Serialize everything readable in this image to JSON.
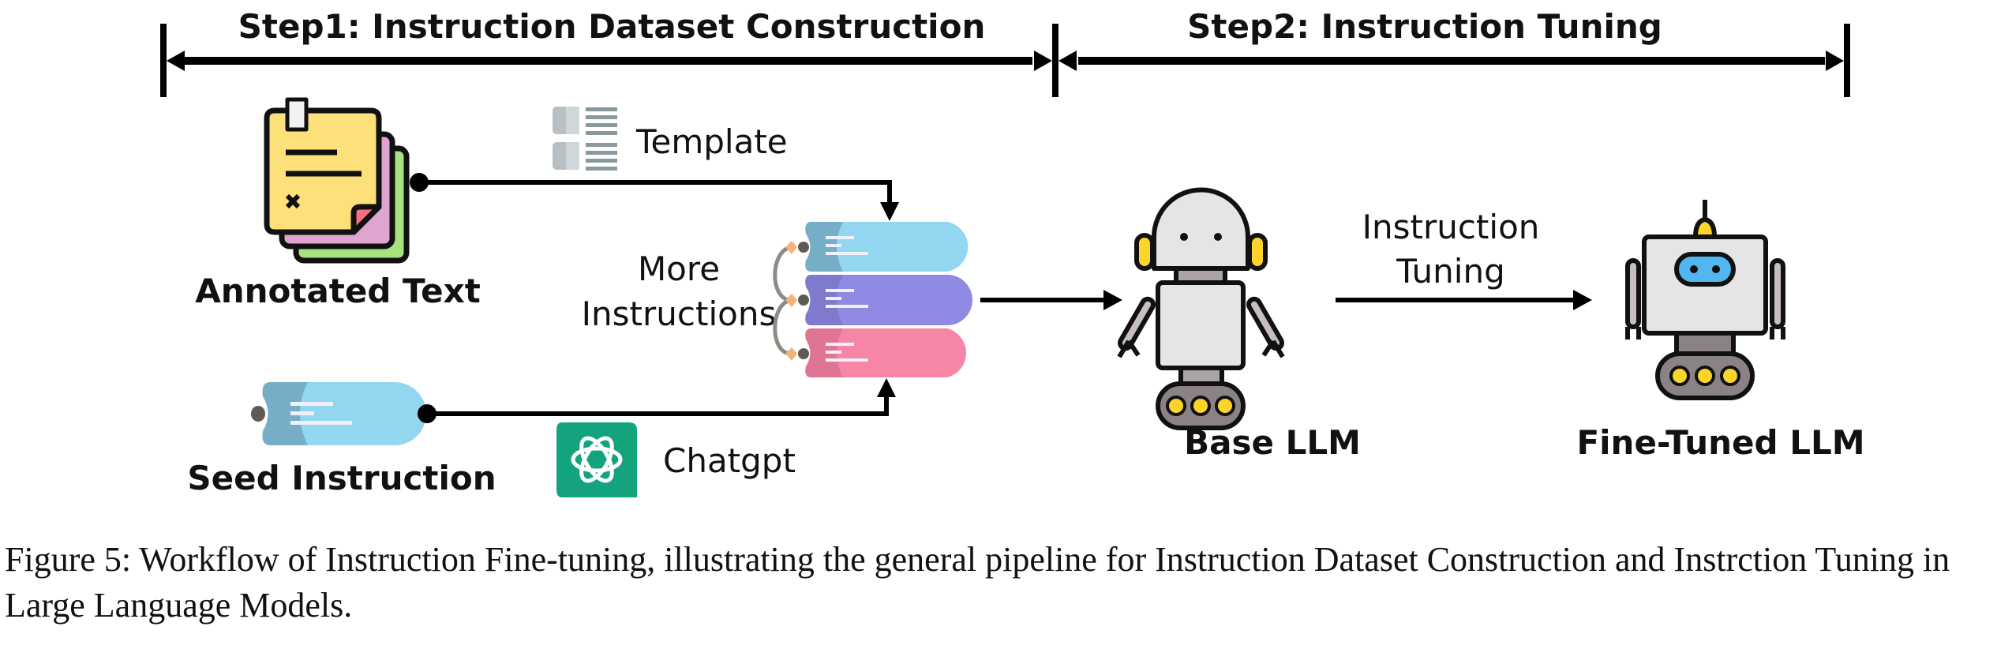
{
  "figure": {
    "steps": [
      {
        "label": "Step1: Instruction Dataset Construction"
      },
      {
        "label": "Step2: Instruction Tuning"
      }
    ],
    "nodes": {
      "annotated_text": {
        "label": "Annotated Text",
        "icon": "sticky-notes-icon"
      },
      "template": {
        "label": "Template",
        "icon": "template-icon"
      },
      "more_instructions": {
        "line1": "More",
        "line2": "Instructions",
        "icon": "instruction-stack-icon"
      },
      "seed_instruction": {
        "label": "Seed Instruction",
        "icon": "instruction-tag-icon"
      },
      "chatgpt": {
        "label": "Chatgpt",
        "icon": "openai-logo-icon"
      },
      "base_llm": {
        "label": "Base LLM",
        "icon": "robot-icon"
      },
      "instruction_tuning": {
        "line1": "Instruction",
        "line2": "Tuning"
      },
      "fine_tuned_llm": {
        "label": "Fine-Tuned LLM",
        "icon": "robot-antenna-icon"
      }
    },
    "colors": {
      "note_yellow": "#fde07a",
      "note_pink": "#dea5d0",
      "note_green": "#a6e27d",
      "pill_blue": "#93d6ef",
      "pill_blue_dark": "#76aec7",
      "pill_purple": "#8f8be5",
      "pill_purple_dark": "#7f7bcc",
      "pill_pink": "#f786a6",
      "pill_pink_dark": "#df7595",
      "chatgpt_green": "#13a37f",
      "robot_gray": "#e6e4e7",
      "robot_dark": "#8a8287",
      "robot_yellow": "#fcd42a",
      "visor_blue": "#52b6f0"
    }
  },
  "caption": {
    "text": "Figure 5: Workflow of Instruction Fine-tuning, illustrating the general pipeline for Instruction Dataset Construction and Instrction Tuning in Large Language Models."
  }
}
